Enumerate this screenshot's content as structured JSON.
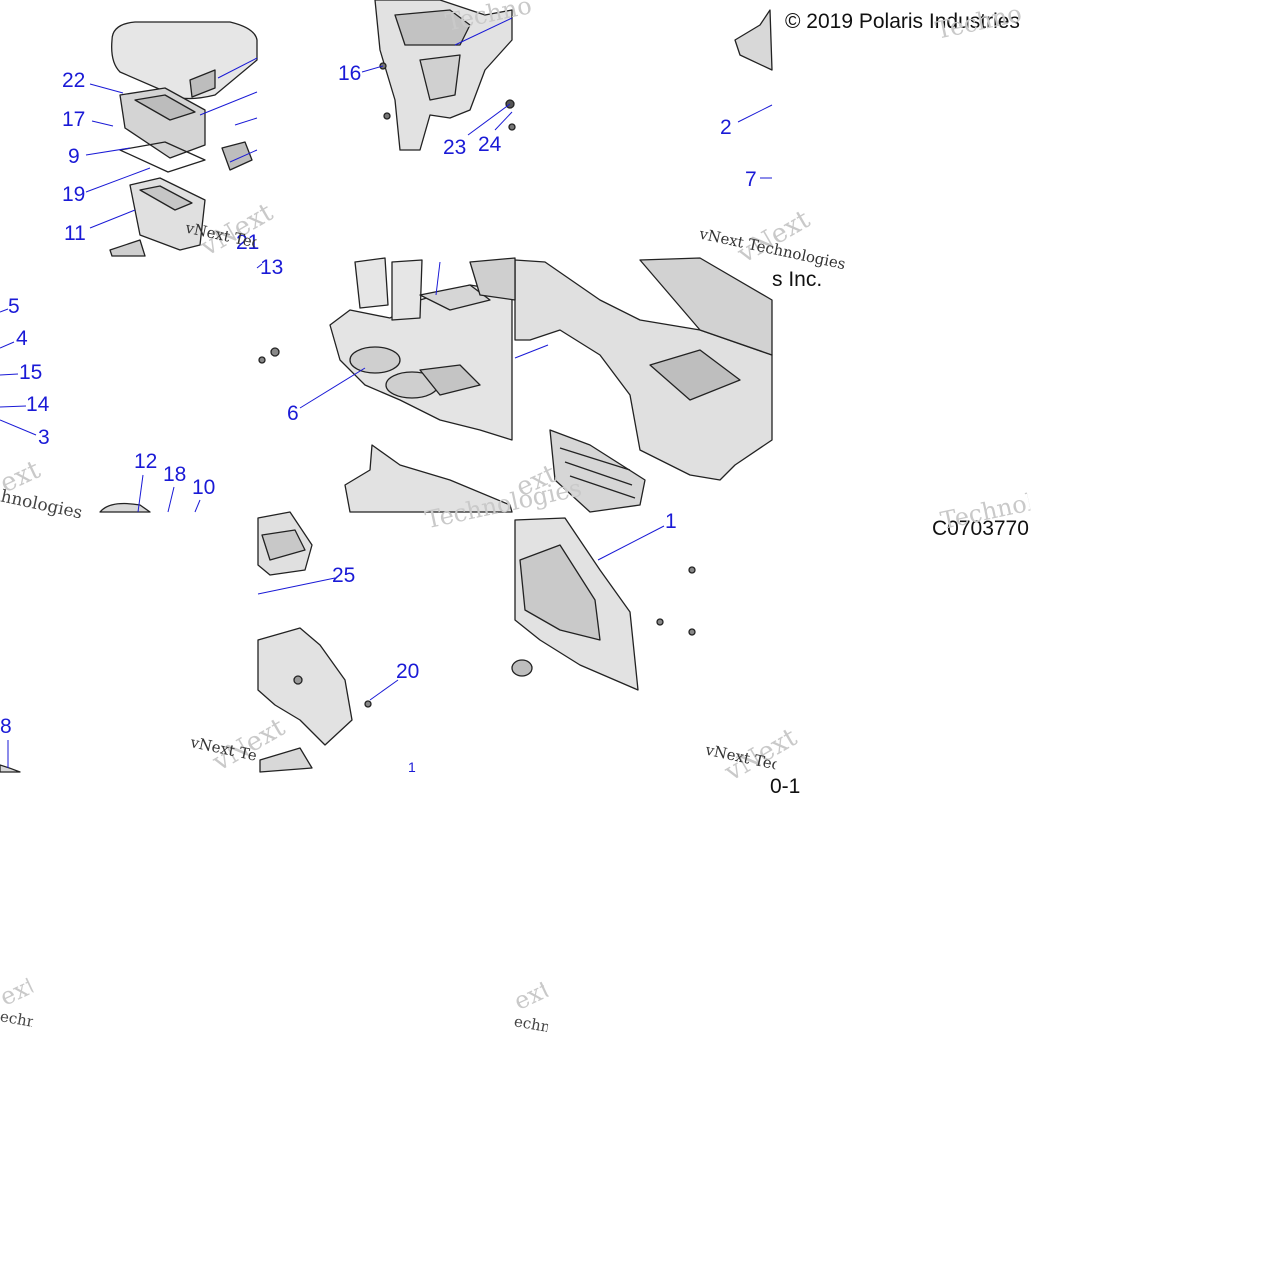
{
  "copyright": "© 2019 Polaris Industries",
  "copyright_fragment": "s Inc.",
  "drawing_code": "C0703770",
  "sheet_fragment": "0-1",
  "watermark": {
    "brand": "vNext",
    "company": "vNext Technologies",
    "word": "Technologies",
    "fragment_techno": "Techno",
    "fragment_ext": "ext",
    "fragment_hnologies": "hnologies",
    "fragment_echno": "echno"
  },
  "callouts": [
    "22",
    "17",
    "9",
    "19",
    "11",
    "16",
    "23",
    "24",
    "2",
    "7",
    "21",
    "13",
    "5",
    "4",
    "15",
    "14",
    "3",
    "12",
    "18",
    "10",
    "6",
    "25",
    "20",
    "1",
    "8",
    "1"
  ],
  "colors": {
    "callout": "#1a1ad6",
    "line_art": "#222222",
    "part_fill": "#dcdcdc",
    "watermark": "#c9c9c9"
  }
}
